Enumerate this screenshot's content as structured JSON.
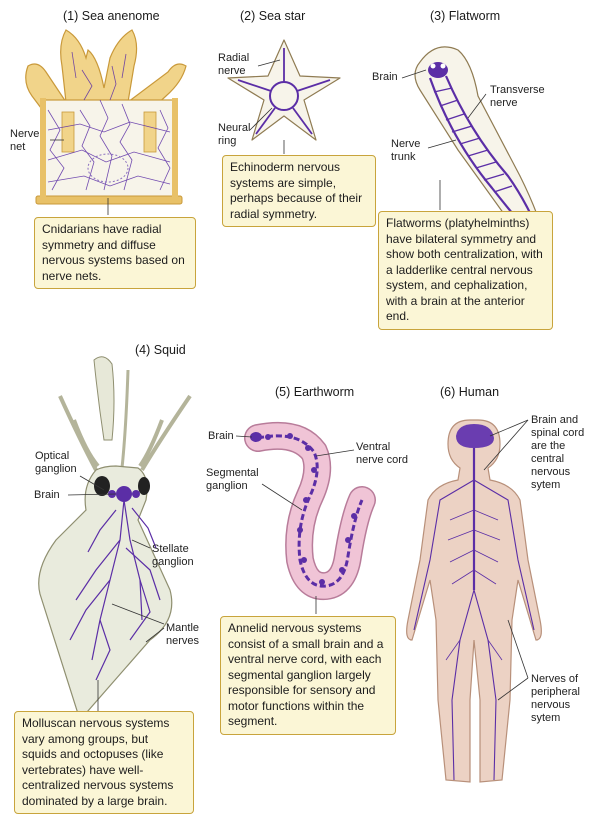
{
  "panels": [
    {
      "title": "(1)  Sea anenome",
      "labels": [
        "Nerve\nnet"
      ],
      "caption": "Cnidarians have radial symmetry and diffuse nervous systems based on nerve nets."
    },
    {
      "title": "(2)  Sea star",
      "labels": [
        "Radial\nnerve",
        "Neural\nring"
      ],
      "caption": "Echinoderm nervous systems are simple, perhaps because of their radial symmetry."
    },
    {
      "title": "(3)  Flatworm",
      "labels": [
        "Brain",
        "Transverse\nnerve",
        "Nerve\ntrunk"
      ],
      "caption": "Flatworms (platyhelminths) have bilateral symmetry and show both centralization, with a ladderlike central nervous system, and cephalization, with a brain at the anterior end."
    },
    {
      "title": "(4)  Squid",
      "labels": [
        "Optical\nganglion",
        "Brain",
        "Stellate\nganglion",
        "Mantle\nnerves"
      ],
      "caption": "Molluscan nervous systems vary among groups, but squids and octopuses (like vertebrates) have well-centralized nervous systems dominated by a large brain."
    },
    {
      "title": "(5)  Earthworm",
      "labels": [
        "Brain",
        "Ventral\nnerve cord",
        "Segmental\nganglion"
      ],
      "caption": "Annelid nervous systems consist of a small brain and a ventral nerve cord, with each segmental ganglion largely responsible for sensory and motor functions within the segment."
    },
    {
      "title": "(6)  Human",
      "labels": [
        "Brain and\nspinal cord\nare the\ncentral\nnervous\nsytem",
        "Nerves of\nperipheral\nnervous\nsytem"
      ]
    }
  ],
  "colors": {
    "nerve": "#5b2ea6",
    "tissue": "#f7f4ea",
    "anemone_wall": "#f1d48a",
    "worm": "#f0c4d6",
    "human": "#ecd2c4",
    "caption_bg": "#fbf6d6",
    "caption_border": "#c8a43c"
  }
}
